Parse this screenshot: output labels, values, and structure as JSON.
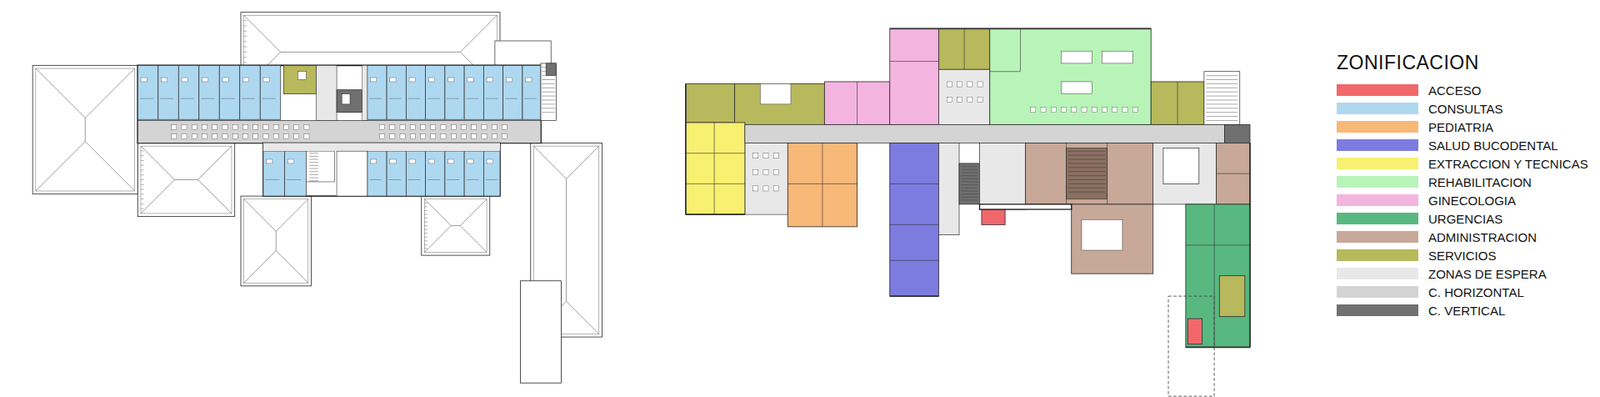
{
  "diagram": {
    "title": "ZONIFICACION",
    "legend": [
      {
        "text": "ACCESO",
        "color": "#f0686c"
      },
      {
        "text": "CONSULTAS",
        "color": "#aed8f0"
      },
      {
        "text": "PEDIATRIA",
        "color": "#f8b878"
      },
      {
        "text": "SALUD BUCODENTAL",
        "color": "#7c7ce0"
      },
      {
        "text": "EXTRACCION Y TECNICAS",
        "color": "#f8f070"
      },
      {
        "text": "REHABILITACION",
        "color": "#b8f4b8"
      },
      {
        "text": "GINECOLOGIA",
        "color": "#f4b4e0"
      },
      {
        "text": "URGENCIAS",
        "color": "#58b880"
      },
      {
        "text": "ADMINISTRACION",
        "color": "#c8a898"
      },
      {
        "text": "SERVICIOS",
        "color": "#b8b85c"
      },
      {
        "text": "ZONAS DE ESPERA",
        "color": "#e8e8e8"
      },
      {
        "text": "C. HORIZONTAL",
        "color": "#d4d4d4"
      },
      {
        "text": "C. VERTICAL",
        "color": "#707070"
      }
    ]
  }
}
